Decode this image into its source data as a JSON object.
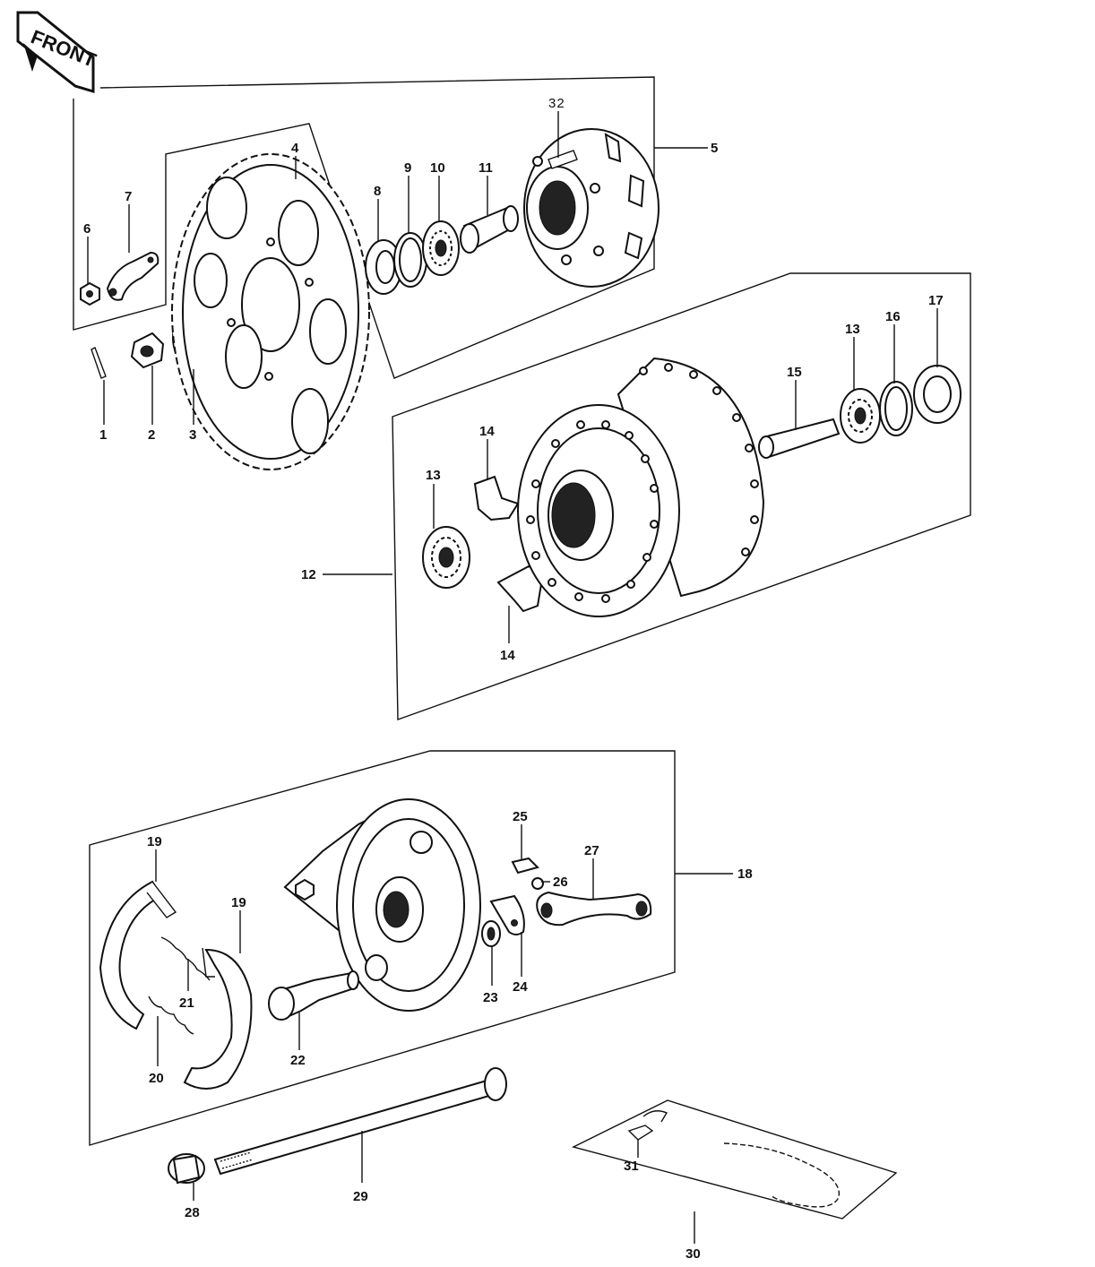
{
  "front_label": "FRONT",
  "callouts": {
    "c1": "1",
    "c2": "2",
    "c3": "3",
    "c4": "4",
    "c5": "5",
    "c6": "6",
    "c7": "7",
    "c8": "8",
    "c9": "9",
    "c10": "10",
    "c11": "11",
    "c12": "12",
    "c13a": "13",
    "c13b": "13",
    "c14a": "14",
    "c14b": "14",
    "c15": "15",
    "c16": "16",
    "c17": "17",
    "c18": "18",
    "c19a": "19",
    "c19b": "19",
    "c20": "20",
    "c21": "21",
    "c22": "22",
    "c23": "23",
    "c24": "24",
    "c25": "25",
    "c26": "26",
    "c27": "27",
    "c28": "28",
    "c29": "29",
    "c30": "30",
    "c31": "31",
    "c32": "32"
  }
}
